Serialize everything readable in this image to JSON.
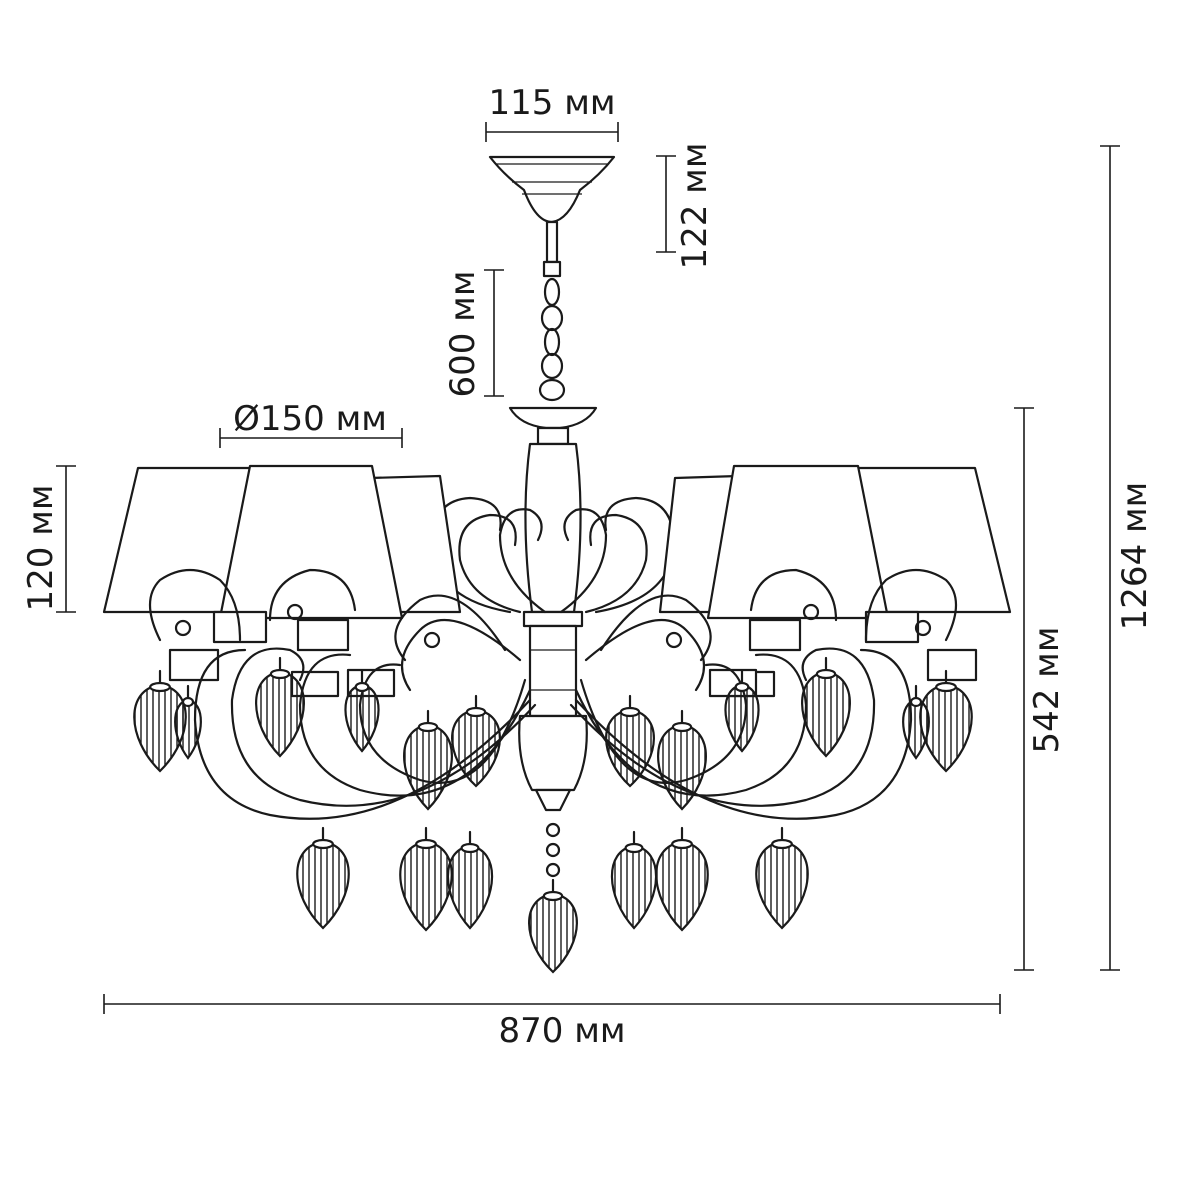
{
  "dimensions": {
    "canopy_width": "115 мм",
    "canopy_height": "122 мм",
    "chain_length": "600 мм",
    "shade_diameter": "Ø150 мм",
    "shade_height": "120 мм",
    "body_height": "542 мм",
    "total_height": "1264 мм",
    "total_width": "870 мм"
  },
  "colors": {
    "ink": "#1a1a1a",
    "background": "#ffffff"
  }
}
